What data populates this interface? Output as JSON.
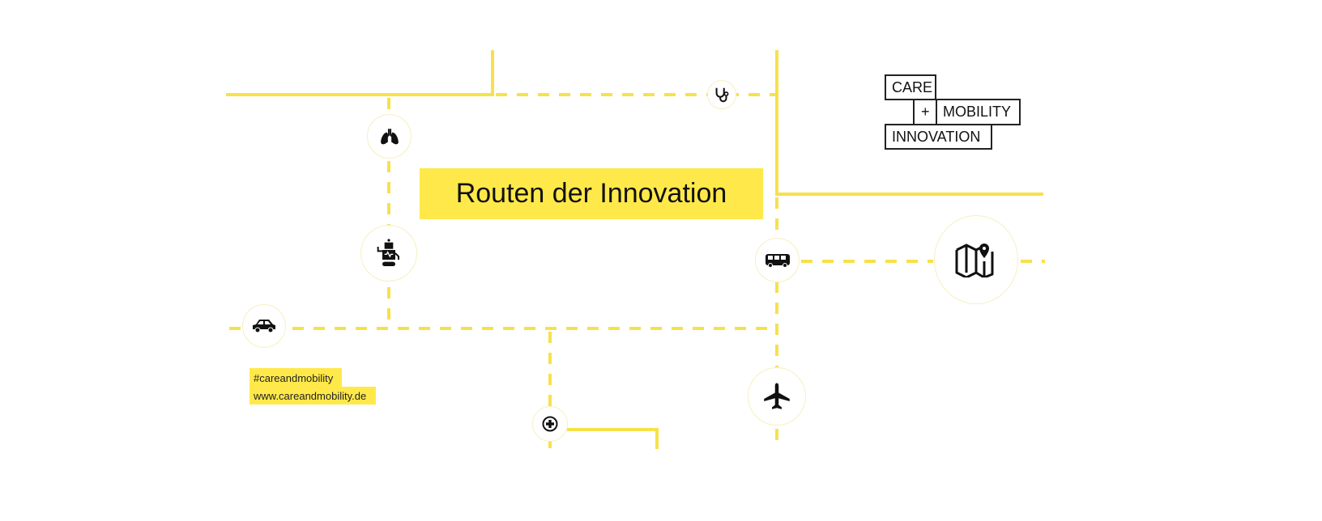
{
  "title": "Routen der Innovation",
  "logo": {
    "line1": "CARE",
    "plus": "+",
    "line2": "MOBILITY",
    "line3": "INNOVATION"
  },
  "hashtag": "#careandmobility",
  "website": "www.careandmobility.de",
  "colors": {
    "accent": "#ffe94a",
    "line": "#f7e14a",
    "text": "#111111"
  },
  "icons": [
    "stethoscope-icon",
    "lungs-icon",
    "robot-icon",
    "car-icon",
    "medical-cross-icon",
    "bus-icon",
    "map-pin-icon",
    "airplane-icon"
  ]
}
